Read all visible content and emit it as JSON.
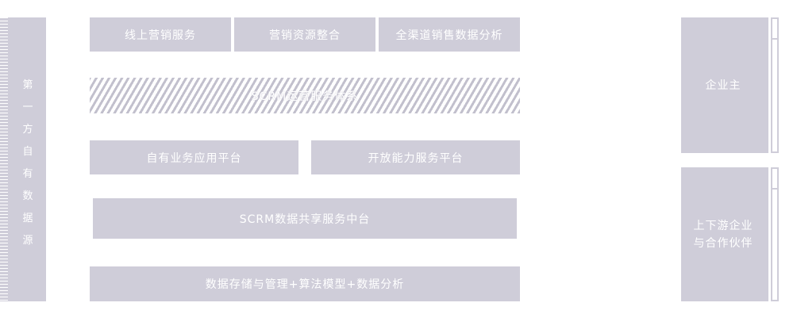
{
  "left_column": {
    "label_chars": [
      "第",
      "一",
      "方",
      "自",
      "有",
      "数",
      "据",
      "源"
    ]
  },
  "top_row": {
    "items": [
      "线上营销服务",
      "营销资源整合",
      "全渠道销售数据分析"
    ]
  },
  "scrm_ops": {
    "label": "SCRM运营服务体系"
  },
  "platforms": {
    "items": [
      "自有业务应用平台",
      "开放能力服务平台"
    ]
  },
  "middle_platform": {
    "label": "SCRM数据共享服务中台"
  },
  "data_foundation": {
    "label": "数据存储与管理+算法模型+数据分析"
  },
  "right_column": {
    "owner": "企业主",
    "partners_line1": "上下游企业",
    "partners_line2": "与合作伙伴"
  },
  "colors": {
    "box_fill": "#cfcdd9",
    "text": "#ffffff",
    "stripe": "#c2c0cd"
  }
}
